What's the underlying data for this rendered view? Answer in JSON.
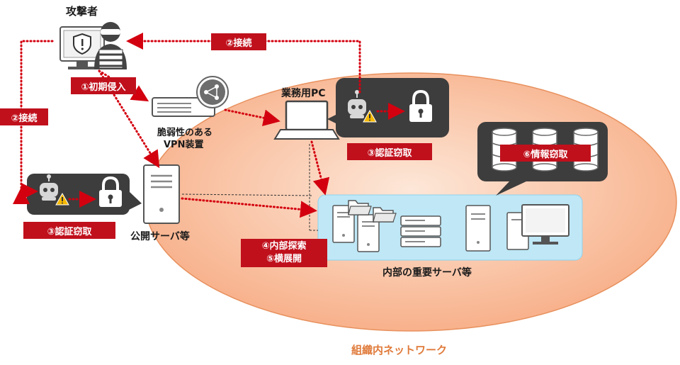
{
  "labels": {
    "attacker": "攻撃者",
    "vpn_line1": "脆弱性のある",
    "vpn_line2": "VPN装置",
    "work_pc": "業務用PC",
    "public_server": "公開サーバ等",
    "internal_servers": "内部の重要サーバ等",
    "network": "組織内ネットワーク"
  },
  "steps": {
    "connect_top": "②接続",
    "connect_left": "②接続",
    "initial_intrusion": "①初期侵入",
    "cred_theft_pc": "③認証窃取",
    "cred_theft_public": "③認証窃取",
    "info_theft": "⑥情報窃取",
    "internal_recon": "④内部探索",
    "lateral_movement": "⑤横展開"
  },
  "colors": {
    "attack_red": "#d3000f",
    "tag_red": "#c0101c",
    "network_orange": "#f7b08a",
    "internal_blue": "#bfe7f6",
    "bubble_dark": "#3d3d3d",
    "network_label": "#e07a3a"
  },
  "icons": [
    "shield-icon",
    "hacker-icon",
    "vpn-appliance-icon",
    "laptop-icon",
    "bot-icon",
    "warning-icon",
    "lock-icon",
    "server-icon",
    "database-icon",
    "folder-icon",
    "rack-server-icon",
    "desktop-pc-icon"
  ]
}
